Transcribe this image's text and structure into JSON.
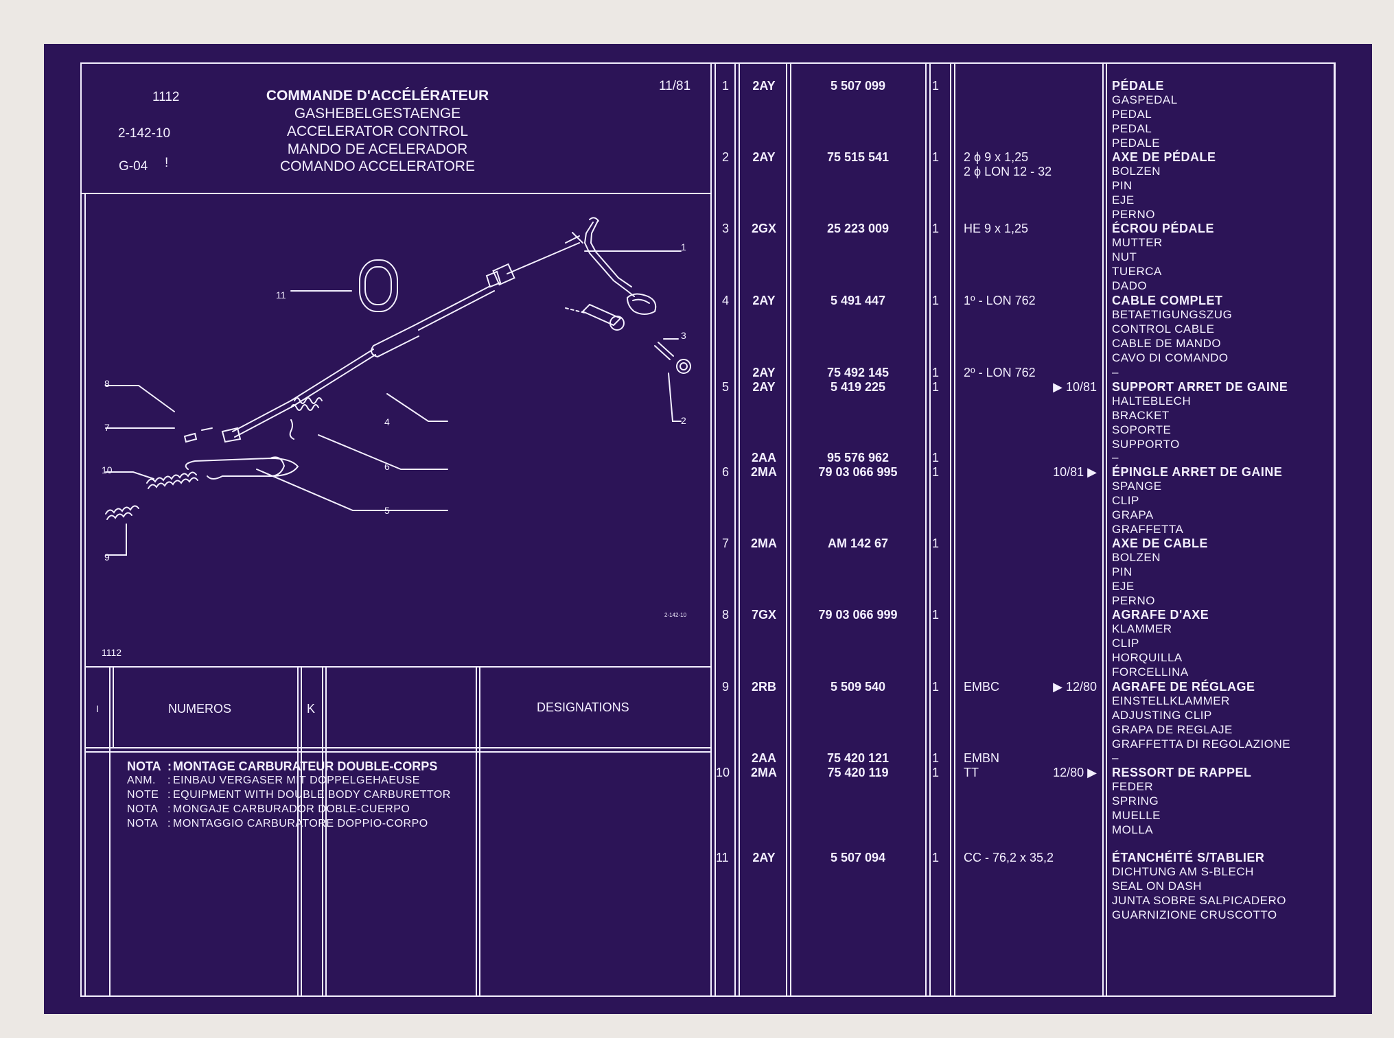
{
  "header": {
    "code": "1112",
    "ref": "2-142-10",
    "group": "G-04",
    "group_mark": "!",
    "date": "11/81",
    "titles": [
      "COMMANDE D'ACCÉLÉRATEUR",
      "GASHEBELGESTAENGE",
      "ACCELERATOR CONTROL",
      "MANDO DE ACELERADOR",
      "COMANDO ACCELERATORE"
    ]
  },
  "diagram": {
    "ref": "2-142-10",
    "code": "1112",
    "labels": [
      "1",
      "2",
      "3",
      "4",
      "5",
      "6",
      "7",
      "8",
      "9",
      "10",
      "11"
    ]
  },
  "columns": {
    "i": "I",
    "numeros": "NUMEROS",
    "k": "K",
    "designations": "DESIGNATIONS"
  },
  "note": {
    "lines": [
      {
        "tag": "NOTA",
        "text": "MONTAGE CARBURATEUR DOUBLE-CORPS"
      },
      {
        "tag": "ANM.",
        "text": "EINBAU VERGASER MIT DOPPELGEHAEUSE"
      },
      {
        "tag": "NOTE",
        "text": "EQUIPMENT WITH DOUBLE BODY CARBURETTOR"
      },
      {
        "tag": "NOTA",
        "text": "MONGAJE CARBURADOR DOBLE-CUERPO"
      },
      {
        "tag": "NOTA",
        "text": "MONTAGGIO CARBURATORE DOPPIO-CORPO"
      }
    ]
  },
  "parts": [
    {
      "idx": "1",
      "row": [
        {
          "code": "2AY",
          "num": "5 507 099",
          "qty": "1"
        }
      ],
      "spec": [],
      "date": "",
      "names": [
        "PÉDALE",
        "GASPEDAL",
        "PEDAL",
        "PEDAL",
        "PEDALE"
      ]
    },
    {
      "idx": "2",
      "row": [
        {
          "code": "2AY",
          "num": "75 515 541",
          "qty": "1"
        }
      ],
      "spec": [
        "2 ϕ 9 x 1,25",
        "2 ϕ LON 12 - 32"
      ],
      "date": "",
      "names": [
        "AXE DE PÉDALE",
        "BOLZEN",
        "PIN",
        "EJE",
        "PERNO"
      ]
    },
    {
      "idx": "3",
      "row": [
        {
          "code": "2GX",
          "num": "25 223 009",
          "qty": "1"
        }
      ],
      "spec": [
        "HE 9 x 1,25"
      ],
      "date": "",
      "names": [
        "ÉCROU PÉDALE",
        "MUTTER",
        "NUT",
        "TUERCA",
        "DADO"
      ]
    },
    {
      "idx": "4",
      "row": [
        {
          "code": "2AY",
          "num": "5 491 447",
          "qty": "1"
        }
      ],
      "spec": [
        "1º - LON 762"
      ],
      "date": "",
      "names": [
        "CABLE COMPLET",
        "BETAETIGUNGSZUG",
        "CONTROL CABLE",
        "CABLE DE MANDO",
        "CAVO DI COMANDO"
      ]
    },
    {
      "idx": "5",
      "row": [
        {
          "code": "2AY",
          "num": "75 492 145",
          "qty": "1"
        },
        {
          "code": "2AY",
          "num": "5 419 225",
          "qty": "1"
        }
      ],
      "spec": [
        "2º - LON 762"
      ],
      "date": "▶ 10/81",
      "names": [
        "–",
        "SUPPORT ARRET DE GAINE",
        "HALTEBLECH",
        "BRACKET",
        "SOPORTE",
        "SUPPORTO"
      ]
    },
    {
      "idx": "6",
      "row": [
        {
          "code": "2AA",
          "num": "95 576 962",
          "qty": "1"
        },
        {
          "code": "2MA",
          "num": "79 03 066 995",
          "qty": "1"
        }
      ],
      "spec": [],
      "date": "10/81 ▶",
      "names": [
        "–",
        "ÉPINGLE ARRET DE GAINE",
        "SPANGE",
        "CLIP",
        "GRAPA",
        "GRAFFETTA"
      ]
    },
    {
      "idx": "7",
      "row": [
        {
          "code": "2MA",
          "num": "AM 142 67",
          "qty": "1"
        }
      ],
      "spec": [],
      "date": "",
      "names": [
        "AXE DE CABLE",
        "BOLZEN",
        "PIN",
        "EJE",
        "PERNO"
      ]
    },
    {
      "idx": "8",
      "row": [
        {
          "code": "7GX",
          "num": "79 03 066 999",
          "qty": "1"
        }
      ],
      "spec": [],
      "date": "",
      "names": [
        "AGRAFE D'AXE",
        "KLAMMER",
        "CLIP",
        "HORQUILLA",
        "FORCELLINA"
      ]
    },
    {
      "idx": "9",
      "row": [
        {
          "code": "2RB",
          "num": "5 509 540",
          "qty": "1"
        }
      ],
      "spec": [
        "EMBC"
      ],
      "date": "▶ 12/80",
      "names": [
        "AGRAFE DE RÉGLAGE",
        "EINSTELLKLAMMER",
        "ADJUSTING CLIP",
        "GRAPA DE REGLAJE",
        "GRAFFETTA DI REGOLAZIONE"
      ]
    },
    {
      "idx": "10",
      "row": [
        {
          "code": "2AA",
          "num": "75 420 121",
          "qty": "1"
        },
        {
          "code": "2MA",
          "num": "75 420 119",
          "qty": "1"
        }
      ],
      "spec": [
        "EMBN",
        "TT"
      ],
      "date": "12/80 ▶",
      "names": [
        "–",
        "RESSORT DE RAPPEL",
        "FEDER",
        "SPRING",
        "MUELLE",
        "MOLLA"
      ]
    },
    {
      "idx": "11",
      "row": [
        {
          "code": "2AY",
          "num": "5 507 094",
          "qty": "1"
        }
      ],
      "spec": [
        "CC - 76,2 x 35,2"
      ],
      "date": "",
      "names": [
        "ÉTANCHÉITÉ S/TABLIER",
        "DICHTUNG AM S-BLECH",
        "SEAL ON DASH",
        "JUNTA SOBRE SALPICADERO",
        "GUARNIZIONE CRUSCOTTO"
      ]
    }
  ],
  "colors": {
    "sheet": "#2c1457",
    "ink": "#f4f0ff",
    "paper": "#ece8e4"
  }
}
